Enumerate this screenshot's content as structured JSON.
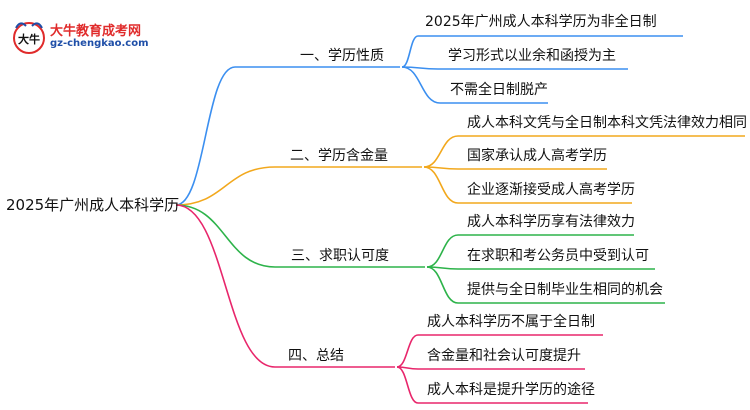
{
  "logo": {
    "name": "大牛教育成考网",
    "url": "gz-chengkao.com",
    "mark_text": "大牛"
  },
  "root": "2025年广州成人本科学历",
  "branches": [
    {
      "label": "一、学历性质",
      "color": "#3b8ff0",
      "leaves": [
        "2025年广州成人本科学历为非全日制",
        "学习形式以业余和函授为主",
        "不需全日制脱产"
      ]
    },
    {
      "label": "二、学历含金量",
      "color": "#f2a81d",
      "leaves": [
        "成人本科文凭与全日制本科文凭法律效力相同",
        "国家承认成人高考学历",
        "企业逐渐接受成人高考学历"
      ]
    },
    {
      "label": "三、求职认可度",
      "color": "#2db34a",
      "leaves": [
        "成人本科学历享有法律效力",
        "在求职和考公务员中受到认可",
        "提供与全日制毕业生相同的机会"
      ]
    },
    {
      "label": "四、总结",
      "color": "#e8266b",
      "leaves": [
        "成人本科学历不属于全日制",
        "含金量和社会认可度提升",
        "成人本科是提升学历的途径"
      ]
    }
  ]
}
